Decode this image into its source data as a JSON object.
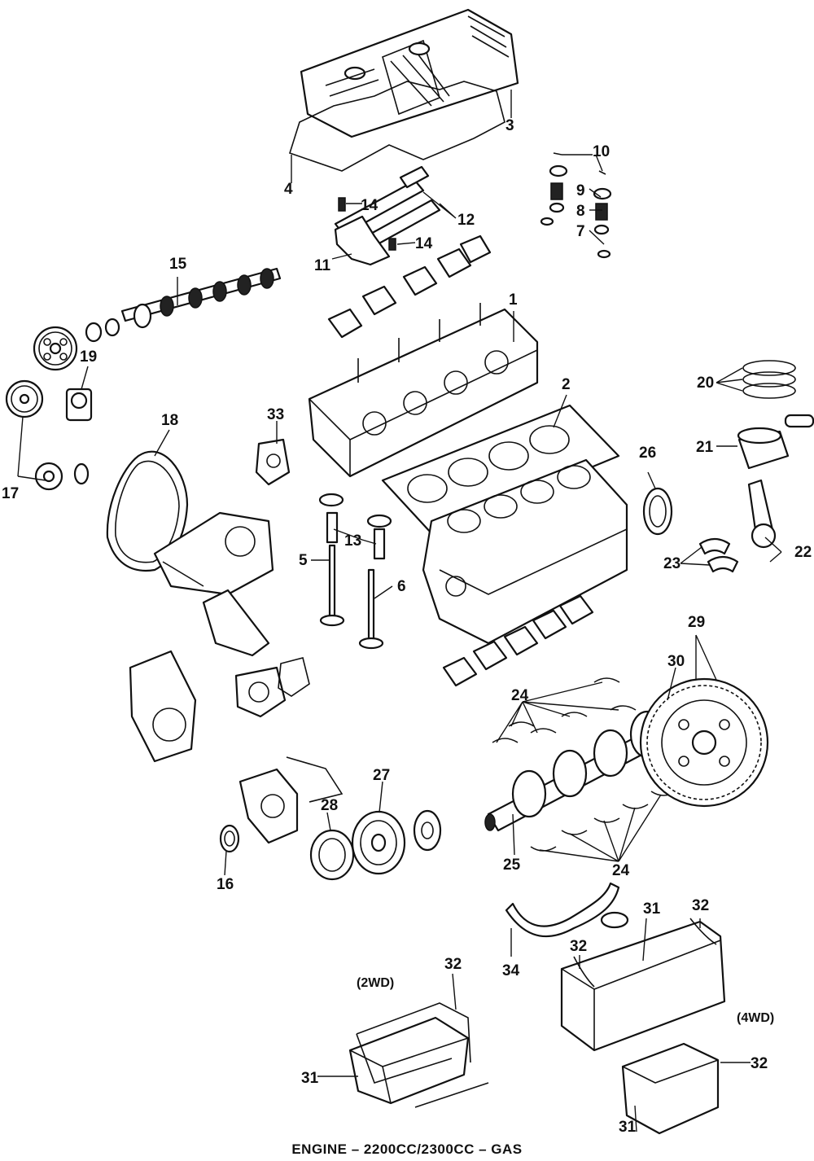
{
  "caption": "ENGINE – 2200CC/2300CC – GAS",
  "variants": {
    "two_wd": "(2WD)",
    "four_wd": "(4WD)"
  },
  "callouts": {
    "c1": "1",
    "c2": "2",
    "c3": "3",
    "c4": "4",
    "c5": "5",
    "c6": "6",
    "c7": "7",
    "c8": "8",
    "c9": "9",
    "c10": "10",
    "c11": "11",
    "c12": "12",
    "c13": "13",
    "c14a": "14",
    "c14b": "14",
    "c15": "15",
    "c16": "16",
    "c17": "17",
    "c18": "18",
    "c19": "19",
    "c20": "20",
    "c21": "21",
    "c22": "22",
    "c23": "23",
    "c24a": "24",
    "c24b": "24",
    "c25": "25",
    "c26": "26",
    "c27": "27",
    "c28": "28",
    "c29": "29",
    "c30": "30",
    "c31a": "31",
    "c31b": "31",
    "c31c": "31",
    "c32a": "32",
    "c32b": "32",
    "c32c": "32",
    "c32d": "32",
    "c33": "33",
    "c34": "34"
  }
}
